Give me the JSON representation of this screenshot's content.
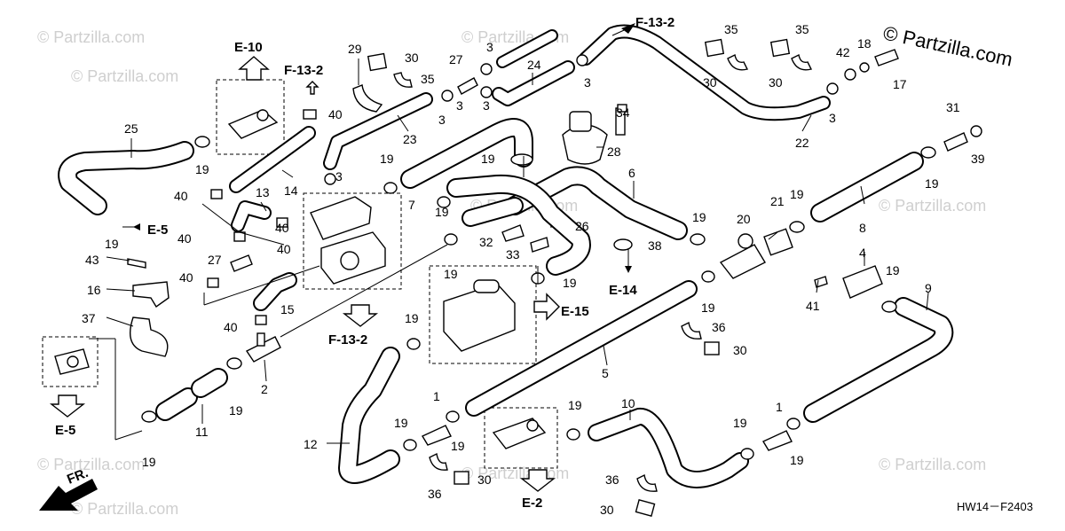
{
  "watermarks": {
    "small": "© Partzilla.com",
    "brand": "© Partzilla.com"
  },
  "diagram_code": "HW14－F2403",
  "front_marker": "FR.",
  "refs": {
    "e10": "E-10",
    "f132_top": "F-13-2",
    "f132_left": "F-13-2",
    "f132_mid": "F-13-2",
    "e5_mid": "E-5",
    "e5_low": "E-5",
    "e14": "E-14",
    "e15": "E-15",
    "e2": "E-2"
  },
  "callouts": {
    "c25": "25",
    "c19a": "19",
    "c40a": "40",
    "c13": "13",
    "c14": "14",
    "c40b": "40",
    "c29": "29",
    "c30a": "30",
    "c35a": "35",
    "c23": "23",
    "c3a": "3",
    "c27a": "27",
    "c3b": "3",
    "c3c": "3",
    "c3d": "3",
    "c24": "24",
    "c3e": "3",
    "c35b": "35",
    "c35c": "35",
    "c30b": "30",
    "c30c": "30",
    "c42": "42",
    "c18": "18",
    "c17": "17",
    "c3f": "3",
    "c22": "22",
    "c34": "34",
    "c28": "28",
    "c19b": "19",
    "c31": "31",
    "c39": "39",
    "c19c": "19",
    "c3g": "3",
    "c19d": "19",
    "c7": "7",
    "c6": "6",
    "c19e": "19",
    "c40c": "40",
    "c40d": "40",
    "c19f": "19",
    "c43": "43",
    "c40e": "40",
    "c27b": "27",
    "c16": "16",
    "c40f": "40",
    "c15": "15",
    "c37": "37",
    "c40g": "40",
    "c32": "32",
    "c33": "33",
    "c26": "26",
    "c38": "38",
    "c19g": "19",
    "c19h": "19",
    "c21": "21",
    "c19i": "19",
    "c20": "20",
    "c8": "8",
    "c19j": "19",
    "c19k": "19",
    "c4": "4",
    "c19l": "19",
    "c9": "9",
    "c41": "41",
    "c19m": "19",
    "c36a": "36",
    "c30d": "30",
    "c5": "5",
    "c2": "2",
    "c19n": "19",
    "c11": "11",
    "c19o": "19",
    "c12": "12",
    "c1a": "1",
    "c19p": "19",
    "c19q": "19",
    "c36b": "36",
    "c30e": "30",
    "c19r": "19",
    "c10": "10",
    "c36c": "36",
    "c30f": "30",
    "c1b": "1",
    "c19s": "19",
    "c19t": "19"
  }
}
